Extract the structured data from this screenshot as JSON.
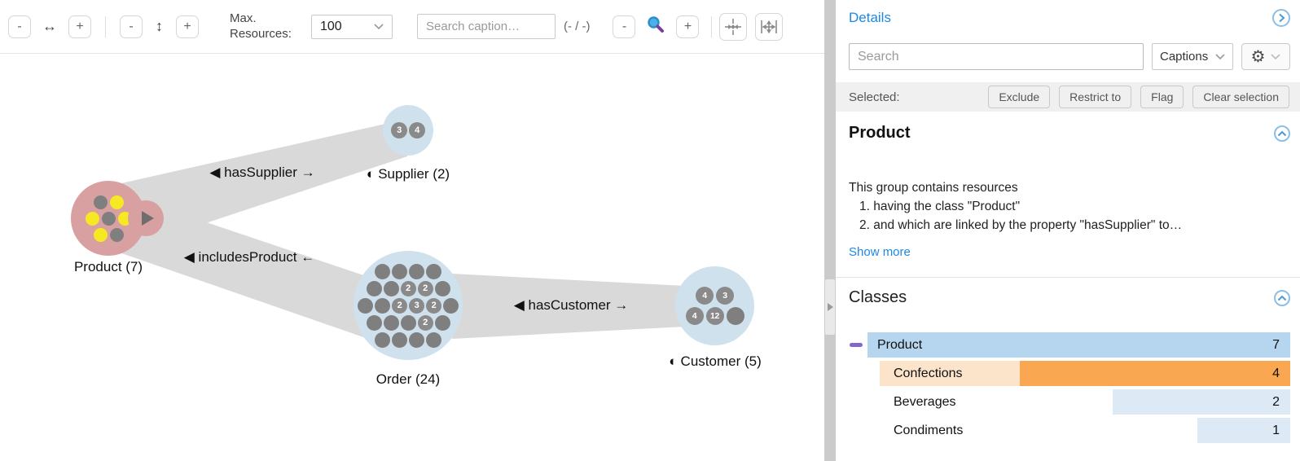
{
  "toolbar": {
    "width_minus": "-",
    "width_plus": "+",
    "width_icon": "↔",
    "height_minus": "-",
    "height_plus": "+",
    "height_icon": "↕",
    "max_resources_label": "Max. Resources:",
    "max_resources_value": "100",
    "search_placeholder": "Search caption…",
    "match_counter": "(- / -)",
    "zoom_minus": "-",
    "zoom_plus": "+"
  },
  "graph": {
    "nodes": {
      "product": {
        "label": "Product (7)",
        "dot_rows": [
          [
            "g",
            "y"
          ],
          [
            "y",
            "g",
            "y"
          ],
          [
            "y",
            "g"
          ]
        ]
      },
      "supplier": {
        "icon": "◐",
        "label": "Supplier (2)",
        "dot_rows": [
          [
            "3",
            "4"
          ]
        ]
      },
      "order": {
        "label": "Order (24)",
        "dot_rows": [
          [
            "g",
            "g",
            "g",
            "g"
          ],
          [
            "g",
            "g",
            "2",
            "2",
            "g"
          ],
          [
            "g",
            "g",
            "2",
            "3",
            "2",
            "g"
          ],
          [
            "g",
            "g",
            "g",
            "2",
            "g"
          ],
          [
            "g",
            "g",
            "g",
            "g"
          ]
        ]
      },
      "customer": {
        "icon": "◐",
        "label": "Customer (5)",
        "dot_rows": [
          [
            "4",
            "3"
          ],
          [
            "4",
            "12",
            "g"
          ]
        ]
      }
    },
    "edges": [
      {
        "label": "◀ hasSupplier →"
      },
      {
        "label": "◀ includesProduct ←"
      },
      {
        "label": "◀ hasCustomer →"
      }
    ]
  },
  "details": {
    "title": "Details",
    "search_placeholder": "Search",
    "captions_label": "Captions",
    "selected_label": "Selected:",
    "selected_buttons": [
      "Exclude",
      "Restrict to",
      "Flag",
      "Clear selection"
    ],
    "group_title": "Product",
    "group_description_intro": "This group contains resources",
    "group_description_items": [
      "1. having the class \"Product\"",
      "2. and which are linked by the property \"hasSupplier\" to…"
    ],
    "show_more_label": "Show more",
    "classes_title": "Classes",
    "class_rows": [
      {
        "name": "Product",
        "count": "7",
        "bar_pct": 100
      },
      {
        "name": "Confections",
        "count": "4",
        "bar_pct": 64
      },
      {
        "name": "Beverages",
        "count": "2",
        "bar_pct": 42
      },
      {
        "name": "Condiments",
        "count": "1",
        "bar_pct": 22
      }
    ]
  },
  "icons": {
    "gear": "⚙"
  },
  "colors": {
    "accent_blue": "#1e88e5",
    "selection_orange": "#f9a851",
    "selection_tan": "#fbe4ca",
    "class_bar_blue": "#b5d6ee",
    "sub_bar_blue": "#dde9f5",
    "node_pink": "#d9a0a1",
    "node_blue": "#d0e1ee",
    "highlight_yellow": "#f6e823",
    "dot_gray": "#7f7f7f",
    "edge_gray": "#d9d9d9",
    "purple_marker": "#8465c9"
  }
}
